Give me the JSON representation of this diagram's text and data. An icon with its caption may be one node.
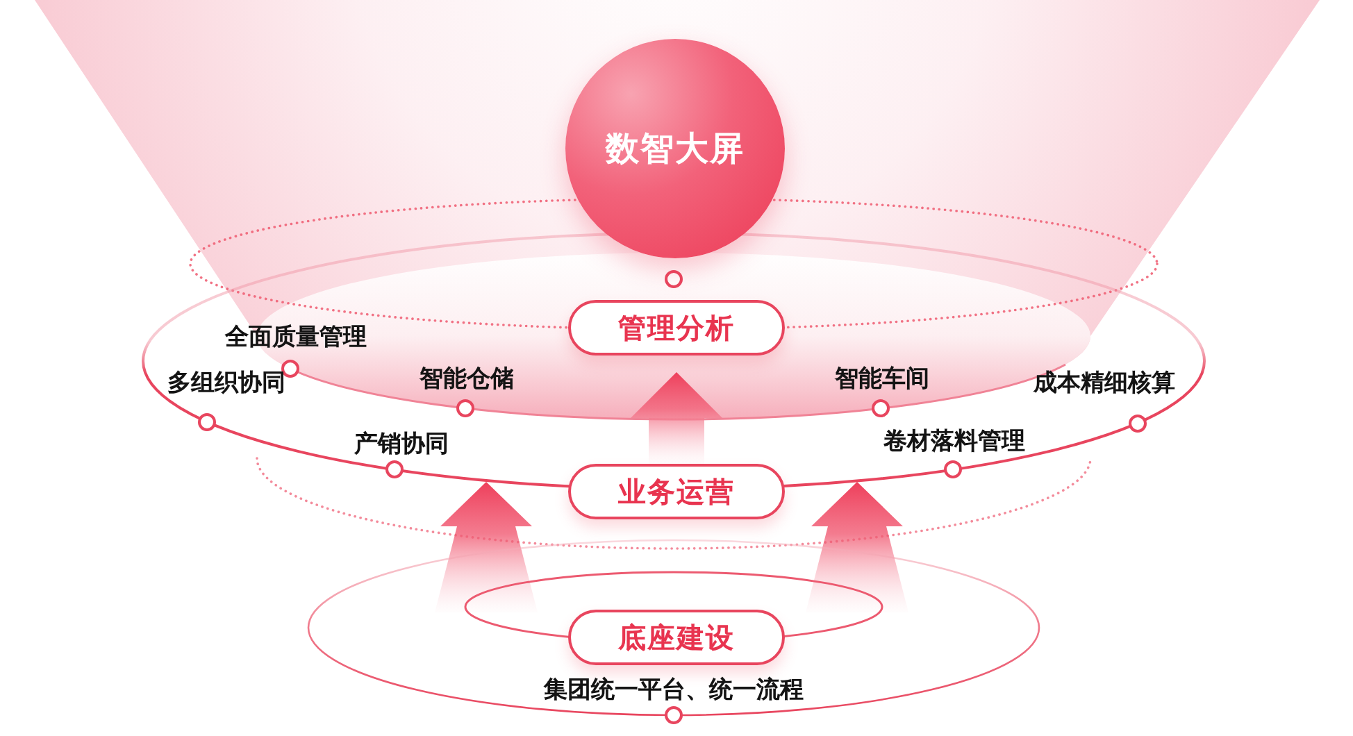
{
  "diagram": {
    "nodes": [
      {
        "text": [
          "数智大屏"
        ]
      },
      {
        "text": [
          "管理分析"
        ]
      },
      {
        "text": [
          "业务运营"
        ]
      },
      {
        "text": [
          "底座建设"
        ]
      }
    ],
    "edges": [
      {
        "from": 2,
        "to": 1,
        "arrow": "to"
      },
      {
        "from": 3,
        "to": 2,
        "arrow": "to"
      },
      {
        "from": 3,
        "to": 2,
        "arrow": "to"
      }
    ],
    "labels": [
      "全面质量管理",
      "多组织协同",
      "智能仓储",
      "智能车间",
      "成本精细核算",
      "产销协同",
      "卷材落料管理",
      "集团统一平台、统一流程"
    ]
  }
}
